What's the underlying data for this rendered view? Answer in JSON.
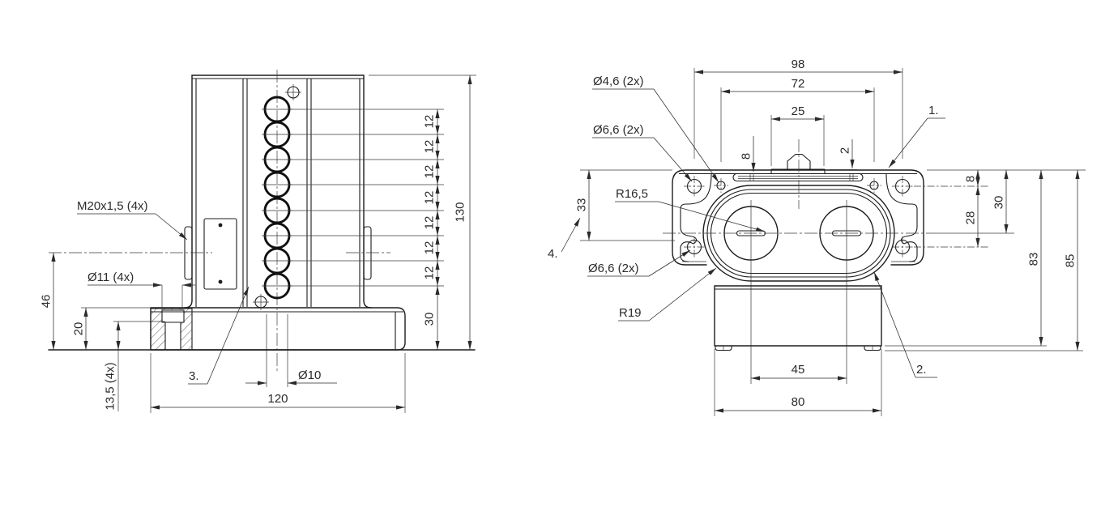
{
  "front": {
    "label_thread": "M20x1,5 (4x)",
    "label_hole": "Ø11 (4x)",
    "label_cbore_depth": "13,5 (4x)",
    "label_bore": "Ø10",
    "note3": "3.",
    "dim_base_thickness": "20",
    "dim_axis_height": "46",
    "dim_width": "120",
    "dim_height": "130",
    "dim_base_height": "30",
    "dim_ball_pitch": "12"
  },
  "top": {
    "dim_tab_holes": "98",
    "dim_small_holes": "72",
    "dim_cap_width": "25",
    "dim_cap_height": "8",
    "dim_plate_thickness": "2",
    "dim_side_offset": "33",
    "dim_hole_edge": "8",
    "dim_hole_pitch": "28",
    "dim_slot_axis": "30",
    "dim_body_height": "83",
    "dim_total_height": "85",
    "dim_screw_pitch": "45",
    "dim_base_width": "80",
    "label_hole_small": "Ø4,6 (2x)",
    "label_hole_big_top": "Ø6,6 (2x)",
    "label_hole_big_bottom": "Ø6,6 (2x)",
    "label_radius_inner": "R16,5",
    "label_radius_outer": "R19",
    "note1": "1.",
    "note2": "2.",
    "note4": "4."
  }
}
